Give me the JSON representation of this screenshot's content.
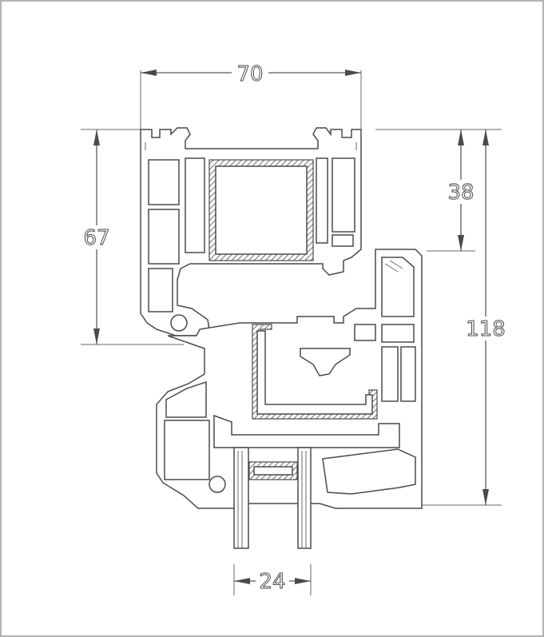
{
  "dimensions": {
    "width_top": "70",
    "height_left": "67",
    "height_right_upper": "38",
    "height_right_total": "118",
    "glass_width": "24"
  },
  "colors": {
    "line": "#4a4a4a",
    "background": "#ffffff"
  }
}
